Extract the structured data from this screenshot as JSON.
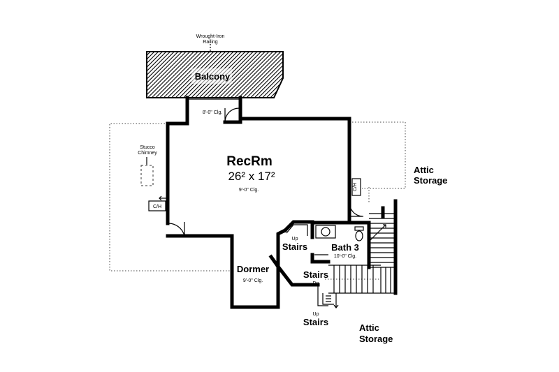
{
  "labels": {
    "railing_line1": "Wrought-Iron",
    "railing_line2": "Railing",
    "balcony": "Balcony",
    "balcony_clg": "8'-0\" Clg.",
    "chimney_line1": "Stucco",
    "chimney_line2": "Chimney",
    "recrm_name": "RecRm",
    "recrm_dims": "26² x 17²",
    "recrm_clg": "9'-0\" Clg.",
    "ch_left": "C/H",
    "ch_right": "C/H",
    "attic_right_line1": "Attic",
    "attic_right_line2": "Storage",
    "stairs_up_small": "Up",
    "stairs_up": "Stairs",
    "bath_name": "Bath 3",
    "bath_clg": "10'-0\" Clg.",
    "dormer_name": "Dormer",
    "dormer_clg": "9'-0\" Clg.",
    "stairs_dn": "Stairs",
    "stairs_dn_small": "Dn",
    "stairs_up2_small": "Up",
    "stairs_up2": "Stairs",
    "attic_bottom_line1": "Attic",
    "attic_bottom_line2": "Storage"
  }
}
